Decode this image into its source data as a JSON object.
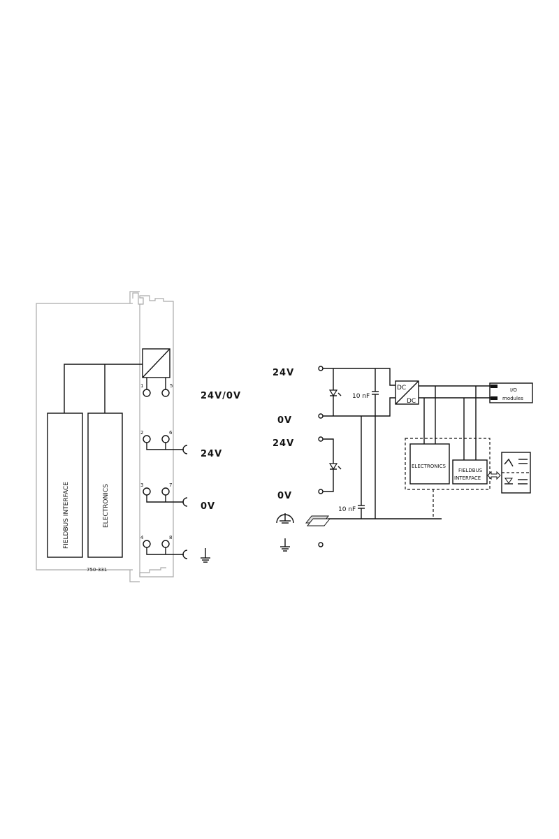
{
  "module": {
    "part_number": "750-331",
    "blocks": [
      "FIELDBUS INTERFACE",
      "ELECTRONICS"
    ],
    "terminals": [
      {
        "left": "1",
        "right": "5",
        "label": "24V/0V"
      },
      {
        "left": "2",
        "right": "6",
        "label": "24V"
      },
      {
        "left": "3",
        "right": "7",
        "label": "0V"
      },
      {
        "left": "4",
        "right": "8",
        "label": "ground"
      }
    ]
  },
  "schematic": {
    "supply1_pos": "24V",
    "supply1_neg": "0V",
    "supply2_pos": "24V",
    "supply2_neg": "0V",
    "cap1": "10 nF",
    "cap2": "10 nF",
    "converter_in": "DC",
    "converter_out": "DC",
    "io_line1": "I/O",
    "io_line2": "modules",
    "electronics": "ELECTRONICS",
    "fieldbus_line1": "FIELDBUS",
    "fieldbus_line2": "INTERFACE"
  }
}
